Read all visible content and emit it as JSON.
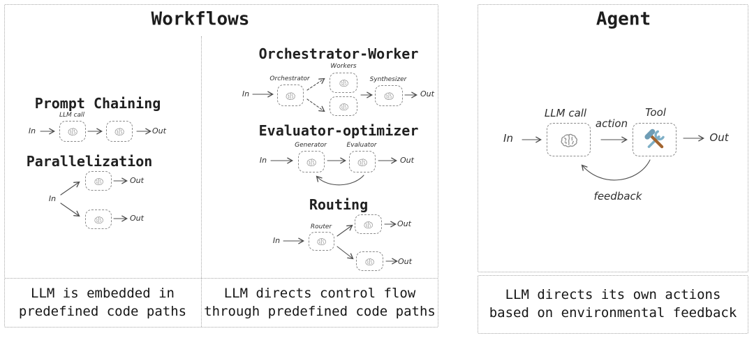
{
  "labels": {
    "in": "In",
    "out": "Out"
  },
  "workflows": {
    "title": "Workflows",
    "prompt_chaining": {
      "title": "Prompt Chaining",
      "llm_call": "LLM call"
    },
    "parallelization": {
      "title": "Parallelization"
    },
    "orchestrator_worker": {
      "title": "Orchestrator-Worker",
      "orchestrator": "Orchestrator",
      "workers": "Workers",
      "synthesizer": "Synthesizer"
    },
    "evaluator_optimizer": {
      "title": "Evaluator-optimizer",
      "generator": "Generator",
      "evaluator": "Evaluator"
    },
    "routing": {
      "title": "Routing",
      "router": "Router"
    },
    "captions": {
      "embedded": {
        "line1": "LLM is embedded in",
        "line2": "predefined code paths"
      },
      "control_flow": {
        "line1": "LLM directs control flow",
        "line2": "through predefined code paths"
      }
    }
  },
  "agent": {
    "title": "Agent",
    "llm_call": "LLM call",
    "tool": "Tool",
    "action": "action",
    "feedback": "feedback",
    "caption": {
      "line1": "LLM directs its own actions",
      "line2": "based on environmental feedback"
    }
  },
  "icons": {
    "brain": "brain-icon",
    "tool": "hammer-wrench-icon"
  },
  "colors": {
    "text": "#1d1d1d",
    "panel_border": "#a6a6a6",
    "node_border": "#8a8a8a",
    "arrow": "#4d4d4d",
    "brain_stroke": "#8f8f8f",
    "tool_blue": "#7fb0c7",
    "tool_head_blue": "#6f9db5",
    "tool_brown": "#a2642f"
  }
}
